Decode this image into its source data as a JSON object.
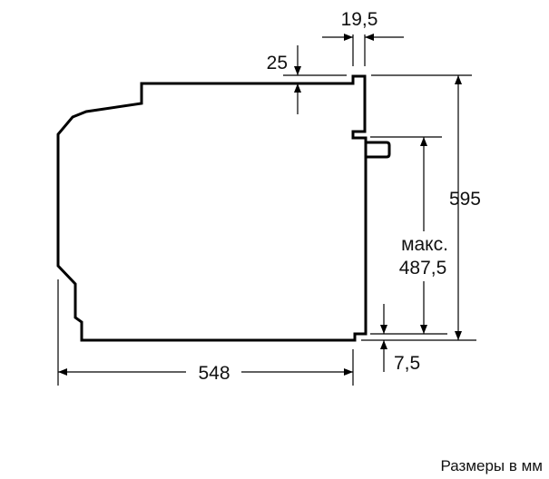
{
  "dimensions": {
    "door_thickness": "19,5",
    "top_offset": "25",
    "height": "595",
    "max_label": "макс.",
    "max_height": "487,5",
    "bottom_offset": "7,5",
    "depth": "548"
  },
  "caption": "Размеры в мм"
}
